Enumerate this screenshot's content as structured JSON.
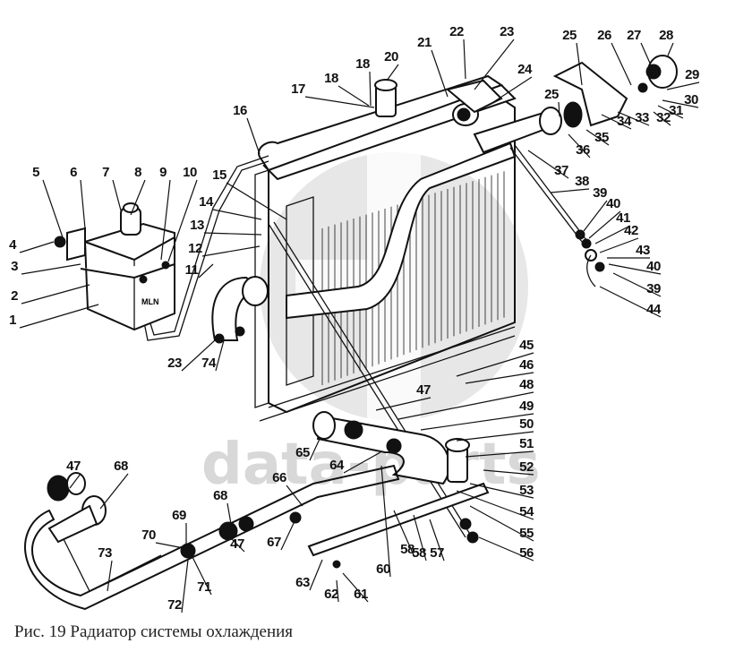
{
  "figure": {
    "caption": "Рис. 19 Радиатор системы охлаждения",
    "watermark_text": "data-parts",
    "watermark_logo": "data-parts-logo"
  },
  "callouts": [
    {
      "id": "c1",
      "label": "1"
    },
    {
      "id": "c2",
      "label": "2"
    },
    {
      "id": "c3",
      "label": "3"
    },
    {
      "id": "c4",
      "label": "4"
    },
    {
      "id": "c5",
      "label": "5"
    },
    {
      "id": "c6",
      "label": "6"
    },
    {
      "id": "c7",
      "label": "7"
    },
    {
      "id": "c8",
      "label": "8"
    },
    {
      "id": "c9",
      "label": "9"
    },
    {
      "id": "c10",
      "label": "10"
    },
    {
      "id": "c11",
      "label": "11"
    },
    {
      "id": "c12",
      "label": "12"
    },
    {
      "id": "c13",
      "label": "13"
    },
    {
      "id": "c14",
      "label": "14"
    },
    {
      "id": "c15",
      "label": "15"
    },
    {
      "id": "c16",
      "label": "16"
    },
    {
      "id": "c17",
      "label": "17"
    },
    {
      "id": "c18a",
      "label": "18"
    },
    {
      "id": "c18b",
      "label": "18"
    },
    {
      "id": "c20",
      "label": "20"
    },
    {
      "id": "c21",
      "label": "21"
    },
    {
      "id": "c22",
      "label": "22"
    },
    {
      "id": "c23a",
      "label": "23"
    },
    {
      "id": "c24",
      "label": "24"
    },
    {
      "id": "c25a",
      "label": "25"
    },
    {
      "id": "c25b",
      "label": "25"
    },
    {
      "id": "c26",
      "label": "26"
    },
    {
      "id": "c27",
      "label": "27"
    },
    {
      "id": "c28",
      "label": "28"
    },
    {
      "id": "c29",
      "label": "29"
    },
    {
      "id": "c30",
      "label": "30"
    },
    {
      "id": "c31",
      "label": "31"
    },
    {
      "id": "c32",
      "label": "32"
    },
    {
      "id": "c33",
      "label": "33"
    },
    {
      "id": "c34",
      "label": "34"
    },
    {
      "id": "c35",
      "label": "35"
    },
    {
      "id": "c36",
      "label": "36"
    },
    {
      "id": "c37",
      "label": "37"
    },
    {
      "id": "c38",
      "label": "38"
    },
    {
      "id": "c39a",
      "label": "39"
    },
    {
      "id": "c40a",
      "label": "40"
    },
    {
      "id": "c41",
      "label": "41"
    },
    {
      "id": "c42",
      "label": "42"
    },
    {
      "id": "c43",
      "label": "43"
    },
    {
      "id": "c40b",
      "label": "40"
    },
    {
      "id": "c39b",
      "label": "39"
    },
    {
      "id": "c44",
      "label": "44"
    },
    {
      "id": "c45",
      "label": "45"
    },
    {
      "id": "c46",
      "label": "46"
    },
    {
      "id": "c47a",
      "label": "47"
    },
    {
      "id": "c48",
      "label": "48"
    },
    {
      "id": "c49",
      "label": "49"
    },
    {
      "id": "c50",
      "label": "50"
    },
    {
      "id": "c51",
      "label": "51"
    },
    {
      "id": "c52",
      "label": "52"
    },
    {
      "id": "c53",
      "label": "53"
    },
    {
      "id": "c54",
      "label": "54"
    },
    {
      "id": "c55",
      "label": "55"
    },
    {
      "id": "c56",
      "label": "56"
    },
    {
      "id": "c57",
      "label": "57"
    },
    {
      "id": "c58a",
      "label": "58"
    },
    {
      "id": "c58b",
      "label": "58"
    },
    {
      "id": "c60",
      "label": "60"
    },
    {
      "id": "c61",
      "label": "61"
    },
    {
      "id": "c62",
      "label": "62"
    },
    {
      "id": "c63",
      "label": "63"
    },
    {
      "id": "c64",
      "label": "64"
    },
    {
      "id": "c65",
      "label": "65"
    },
    {
      "id": "c66",
      "label": "66"
    },
    {
      "id": "c67",
      "label": "67"
    },
    {
      "id": "c68a",
      "label": "68"
    },
    {
      "id": "c68b",
      "label": "68"
    },
    {
      "id": "c69",
      "label": "69"
    },
    {
      "id": "c70",
      "label": "70"
    },
    {
      "id": "c71",
      "label": "71"
    },
    {
      "id": "c72",
      "label": "72"
    },
    {
      "id": "c73",
      "label": "73"
    },
    {
      "id": "c74",
      "label": "74"
    },
    {
      "id": "c23b",
      "label": "23"
    },
    {
      "id": "c47b",
      "label": "47"
    },
    {
      "id": "c47c",
      "label": "47"
    }
  ],
  "tank_marking": "MLN"
}
